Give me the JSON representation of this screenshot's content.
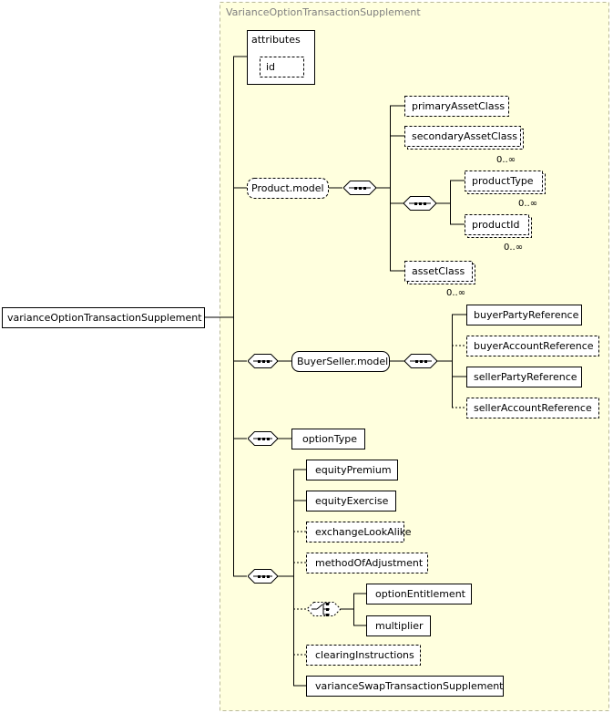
{
  "complex_type": "VarianceOptionTransactionSupplement",
  "root_element": "varianceOptionTransactionSupplement",
  "attributes": {
    "title": "attributes",
    "items": [
      "id"
    ]
  },
  "product_model": {
    "label": "Product.model",
    "elements": [
      "primaryAssetClass",
      "secondaryAssetClass",
      "productType",
      "productId",
      "assetClass"
    ],
    "cardinalities": [
      "0..∞",
      "0..∞",
      "0..∞",
      "0..∞"
    ]
  },
  "buyer_seller_model": {
    "label": "BuyerSeller.model",
    "elements": [
      "buyerPartyReference",
      "buyerAccountReference",
      "sellerPartyReference",
      "sellerAccountReference"
    ]
  },
  "option_type": "optionType",
  "tail_elements": [
    "equityPremium",
    "equityExercise",
    "exchangeLookAlike",
    "methodOfAdjustment",
    "clearingInstructions",
    "varianceSwapTransactionSupplement"
  ],
  "choice_elements": [
    "optionEntitlement",
    "multiplier"
  ],
  "colors": {
    "panel_fill": "#ffffde",
    "panel_border": "#b9b99a",
    "box_border": "#000000",
    "line": "#000000"
  }
}
